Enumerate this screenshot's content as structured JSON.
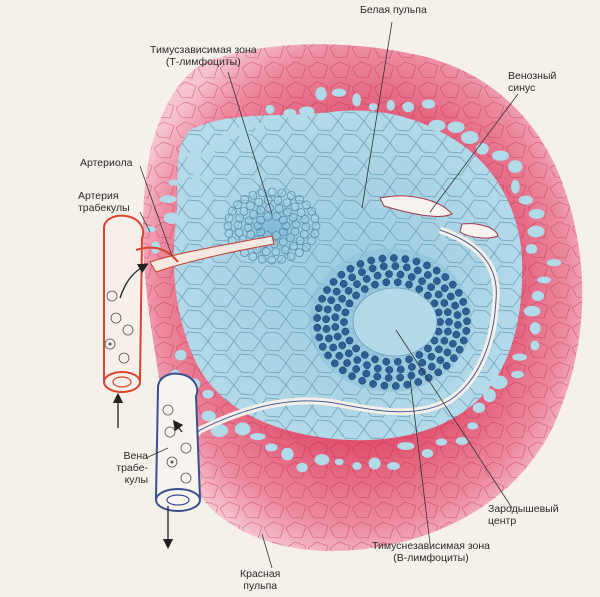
{
  "labels": {
    "white_pulp": "Белая пульпа",
    "t_zone_1": "Тимусзависимая зона",
    "t_zone_2": "(Т-лимфоциты)",
    "venous_sinus_1": "Венозный",
    "venous_sinus_2": "синус",
    "arteriole": "Артериола",
    "trab_artery_1": "Артерия",
    "trab_artery_2": "трабекулы",
    "trab_vein_1": "Вена",
    "trab_vein_2": "трабе-",
    "trab_vein_3": "кулы",
    "germinal_center_1": "Зародышевый",
    "germinal_center_2": "центр",
    "b_zone_1": "Тимуснезависимая зона",
    "b_zone_2": "(В-лимфоциты)",
    "red_pulp_1": "Красная",
    "red_pulp_2": "пульпа"
  },
  "colors": {
    "red_pulp": "#e0506e",
    "red_pulp_light": "#f2a7b7",
    "white_pulp": "#a8d3e3",
    "white_pulp_dark": "#7bb4cf",
    "b_cell": "#2d5f95",
    "artery": "#d9442e",
    "vein": "#3b4f8f",
    "background": "#f5f1ea"
  }
}
